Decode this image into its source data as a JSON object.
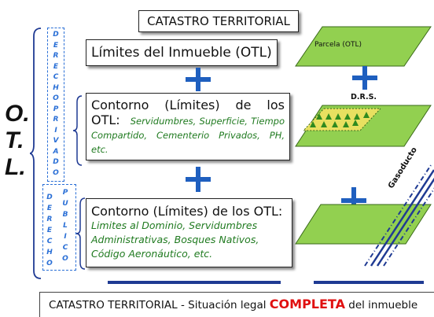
{
  "title": "CATASTRO TERRITORIAL",
  "otl_letters": [
    "O.",
    "T.",
    "L."
  ],
  "derecho_privado": "DERECHO PRIVADO",
  "derecho_label": "DERECHO",
  "publico_label": "PUBLICO",
  "limits_box": "Límites del Inmueble (OTL)",
  "contorno_box": {
    "heading_line1": "Contorno (Límites) de los",
    "heading_line2": "OTL:",
    "details": "Servidumbres, Superficie, Tiempo Compartido, Cementerio Privados, PH, etc."
  },
  "publico_box": {
    "heading": "Contorno (Límites) de los OTL:",
    "details": "Limites al Dominio, Servidumbres Administrativas, Bosques Nativos, Código Aeronáutico, etc."
  },
  "parcela_label": "Parcela (OTL)",
  "drs_label": "D.R.S.",
  "gasoducto_label": "Gasoducto",
  "bottom": {
    "prefix": "CATASTRO TERRITORIAL - Situación legal",
    "highlight": "COMPLETA",
    "suffix": "del inmueble"
  },
  "colors": {
    "plus_blue": "#1f5fbf",
    "green_plane": "#92d050",
    "dashed_blue": "#2a6fd6",
    "highlight_red": "#e01010",
    "green_text": "#1f7a1f"
  }
}
